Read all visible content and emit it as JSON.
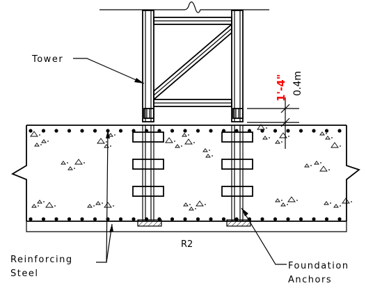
{
  "labels": {
    "tower": "Tower",
    "reinforcing_line1": "Reinforcing",
    "reinforcing_line2": "Steel",
    "anchors_line1": "Foundation",
    "anchors_line2": "Anchors",
    "section_mark": "R2",
    "dim_imperial": "1'-4\"",
    "dim_metric": "0.4m"
  },
  "colors": {
    "line": "#000000",
    "dimension_accent": "#ff0000",
    "background": "#ffffff"
  }
}
